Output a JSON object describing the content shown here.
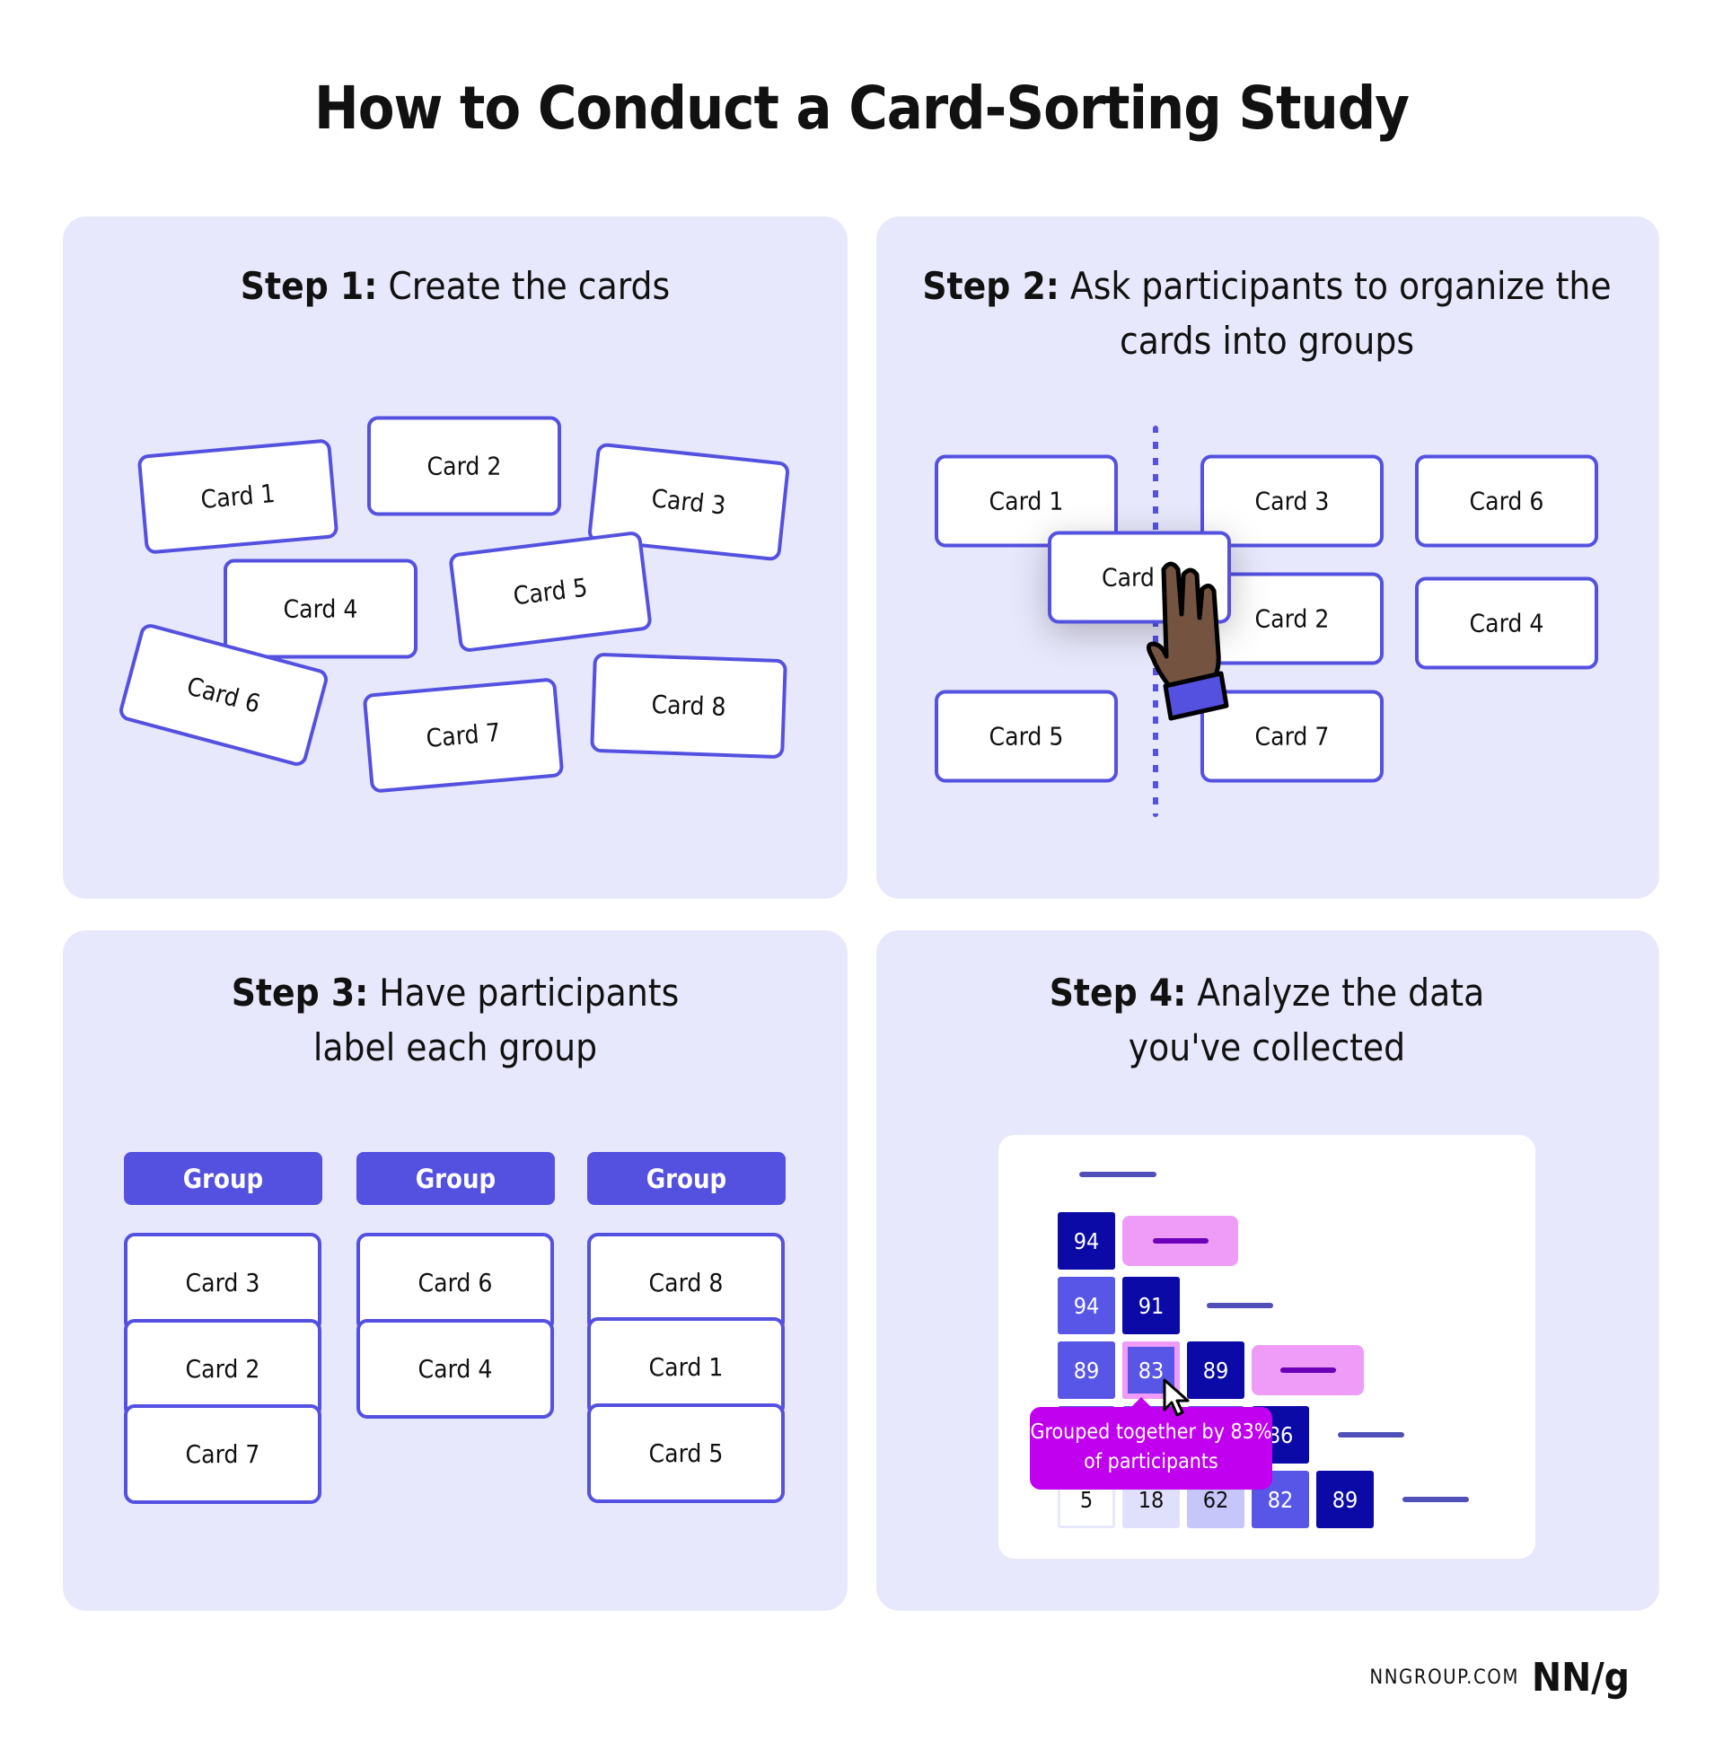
{
  "title": "How to Conduct a Card-Sorting Study",
  "colors": {
    "accent": "#5551E0",
    "panel": "#E8E8FC",
    "dark_cell": "#0C0AA6",
    "mid_cell": "#5856E6",
    "light_cell": "#C6C6FA",
    "tooltip": "#C000EE",
    "highlight": "#EE9CF8"
  },
  "step1": {
    "label": "Step 1:",
    "text": "Create the cards",
    "cards": [
      "Card 1",
      "Card 2",
      "Card 3",
      "Card 4",
      "Card 5",
      "Card 6",
      "Card 7",
      "Card 8"
    ]
  },
  "step2": {
    "label": "Step 2:",
    "text": "Ask participants to organize the cards into groups",
    "cards": [
      "Card 1",
      "Card 3",
      "Card 6",
      "Card 2",
      "Card 4",
      "Card 5",
      "Card 7"
    ],
    "dragged_card": "Card",
    "icon": "hand-icon"
  },
  "step3": {
    "label": "Step 3:",
    "text": "Have participants label each group",
    "groups": [
      {
        "label": "Group",
        "cards": [
          "Card 3",
          "Card 2",
          "Card 7"
        ]
      },
      {
        "label": "Group",
        "cards": [
          "Card 6",
          "Card 4"
        ]
      },
      {
        "label": "Group",
        "cards": [
          "Card 8",
          "Card 1",
          "Card 5"
        ]
      }
    ]
  },
  "step4": {
    "label": "Step 4:",
    "text": "Analyze the data you've collected",
    "matrix": [
      [
        "94"
      ],
      [
        "94",
        "91"
      ],
      [
        "89",
        "83",
        "89"
      ],
      [
        "",
        "",
        "",
        "86"
      ],
      [
        "5",
        "18",
        "62",
        "82",
        "89"
      ]
    ],
    "highlighted": "83",
    "tooltip": "Grouped together by 83% of participants"
  },
  "footer": {
    "url": "NNGROUP.COM",
    "logo": "NN/g"
  }
}
